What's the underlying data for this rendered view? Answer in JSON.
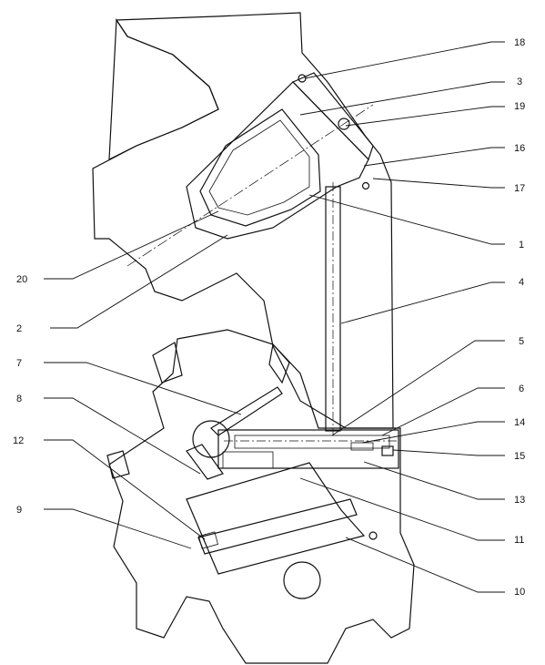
{
  "callouts": [
    {
      "id": "18",
      "text": "18"
    },
    {
      "id": "3",
      "text": "3"
    },
    {
      "id": "19",
      "text": "19"
    },
    {
      "id": "16",
      "text": "16"
    },
    {
      "id": "17",
      "text": "17"
    },
    {
      "id": "1",
      "text": "1"
    },
    {
      "id": "4",
      "text": "4"
    },
    {
      "id": "5",
      "text": "5"
    },
    {
      "id": "6",
      "text": "6"
    },
    {
      "id": "14",
      "text": "14"
    },
    {
      "id": "15",
      "text": "15"
    },
    {
      "id": "13",
      "text": "13"
    },
    {
      "id": "11",
      "text": "11"
    },
    {
      "id": "10",
      "text": "10"
    },
    {
      "id": "20",
      "text": "20"
    },
    {
      "id": "2",
      "text": "2"
    },
    {
      "id": "7",
      "text": "7"
    },
    {
      "id": "8",
      "text": "8"
    },
    {
      "id": "12",
      "text": "12"
    },
    {
      "id": "9",
      "text": "9"
    }
  ]
}
